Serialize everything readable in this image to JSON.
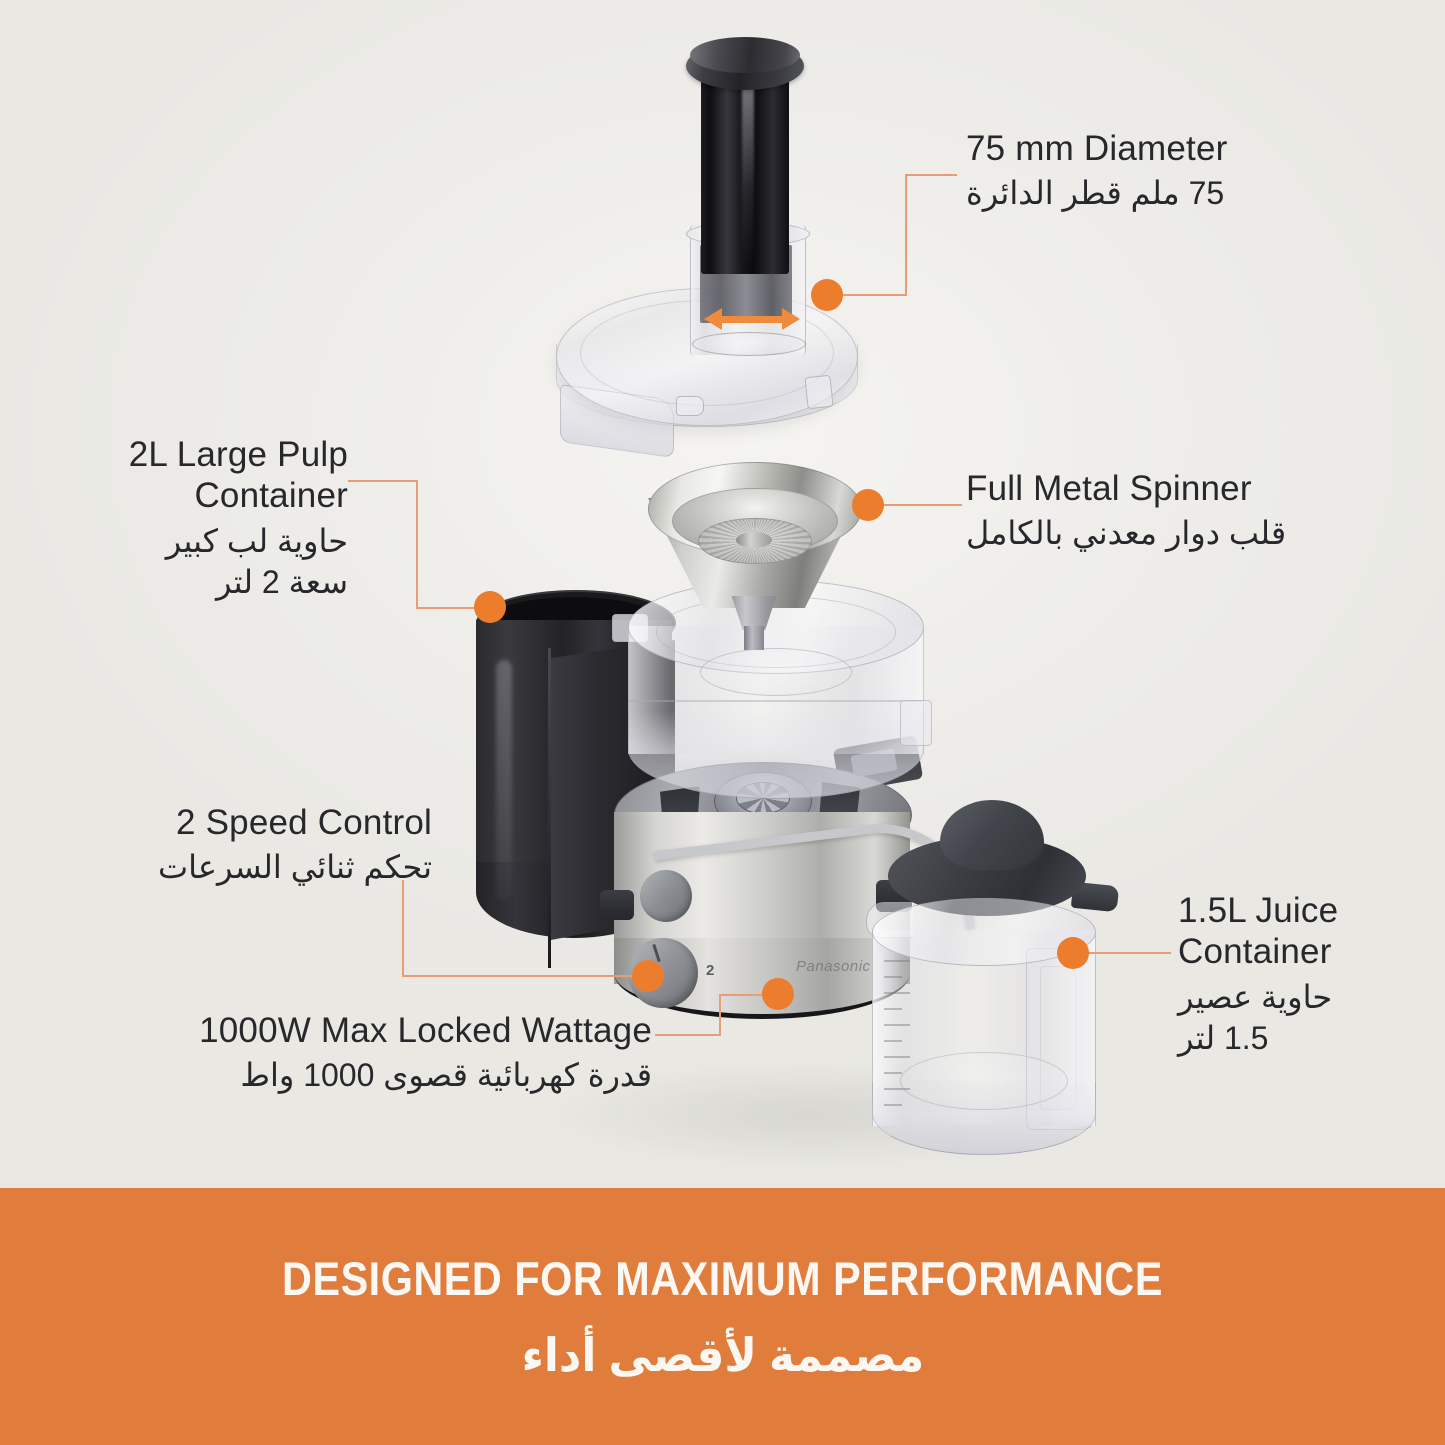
{
  "background": {
    "page_bg": "#efeeea",
    "accent_orange": "#ec7d2d",
    "connector_line": "#e79e77",
    "banner_bg": "#e07d3c",
    "text_color": "#27272c"
  },
  "callouts": [
    {
      "id": "diameter",
      "en": "75 mm Diameter",
      "ar": "75 ملم قطر الدائرة",
      "align": "left"
    },
    {
      "id": "pulp-container",
      "en": "2L Large Pulp\nContainer",
      "ar": "حاوية لب كبير\nسعة 2 لتر",
      "align": "right"
    },
    {
      "id": "metal-spinner",
      "en": "Full Metal Spinner",
      "ar": "قلب دوار معدني بالكامل",
      "align": "left"
    },
    {
      "id": "speed-control",
      "en": "2 Speed Control",
      "ar": "تحكم ثنائي السرعات",
      "align": "right"
    },
    {
      "id": "wattage",
      "en": "1000W Max Locked Wattage",
      "ar": "قدرة كهربائية قصوى 1000 واط",
      "align": "right"
    },
    {
      "id": "juice-container",
      "en": "1.5L Juice\nContainer",
      "ar": "حاوية عصير\n1.5 لتر",
      "align": "left"
    }
  ],
  "product": {
    "brand": "Panasonic",
    "speed_dial_label": "2"
  },
  "banner": {
    "en": "DESIGNED FOR MAXIMUM PERFORMANCE",
    "ar": "مصممة لأقصى أداء"
  }
}
